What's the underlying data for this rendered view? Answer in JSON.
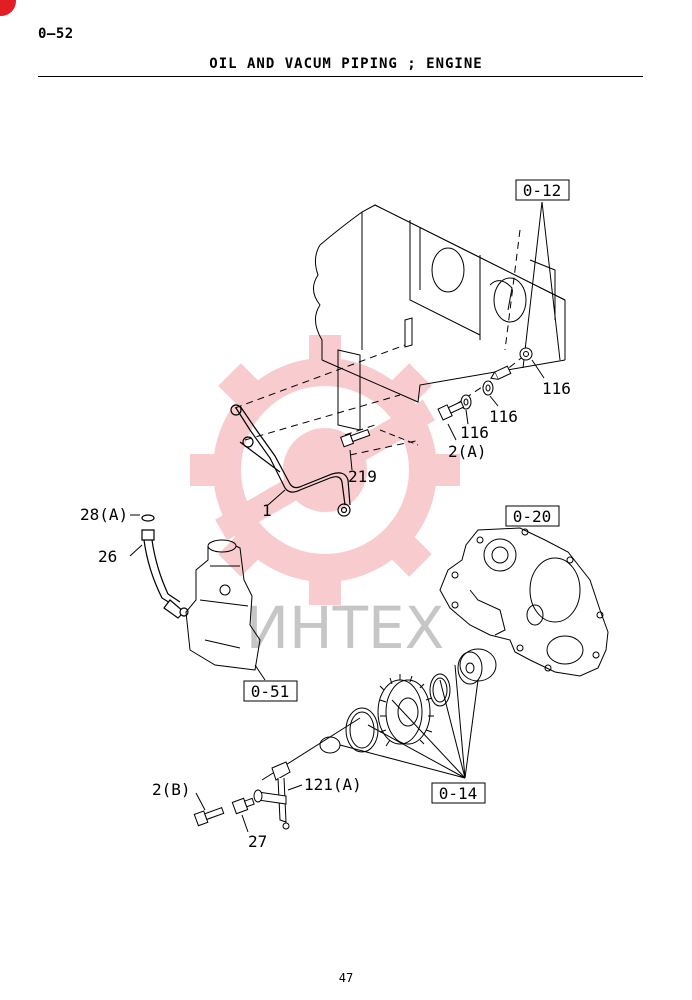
{
  "header": {
    "page_code": "0—52",
    "title": "OIL AND VACUM PIPING ; ENGINE"
  },
  "watermark": {
    "text": "ИНТЕХ",
    "logo_color": "#e31d24"
  },
  "callouts": {
    "ref_0_12": "0-12",
    "ref_0_20": "0-20",
    "ref_0_51": "0-51",
    "ref_0_14": "0-14"
  },
  "labels": {
    "p116_a": "116",
    "p116_b": "116",
    "p116_c": "116",
    "p2a": "2(A)",
    "p219": "219",
    "p1": "1",
    "p28a": "28(A)",
    "p26": "26",
    "p2b": "2(B)",
    "p121a": "121(A)",
    "p27": "27"
  },
  "footer": {
    "page_number": "47"
  }
}
